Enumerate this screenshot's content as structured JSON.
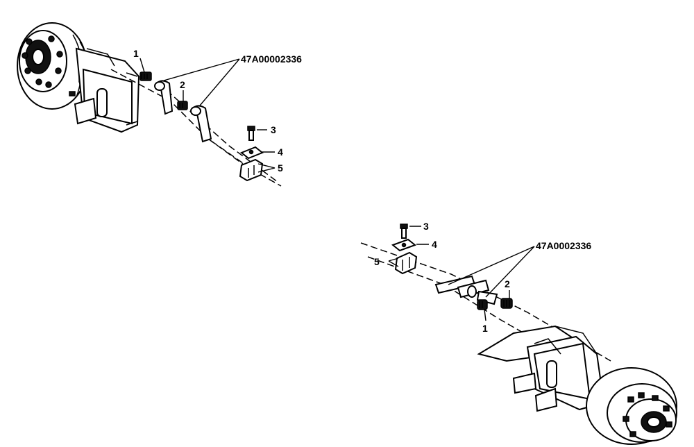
{
  "diagram": {
    "part_number_top": "47A00002336",
    "part_number_bottom": "47A0002336",
    "callouts_top": {
      "c1": "1",
      "c2": "2",
      "c3": "3",
      "c4": "4",
      "c5": "5"
    },
    "callouts_bottom": {
      "c1": "1",
      "c2": "2",
      "c3": "3",
      "c4": "4",
      "c5": "5"
    }
  }
}
